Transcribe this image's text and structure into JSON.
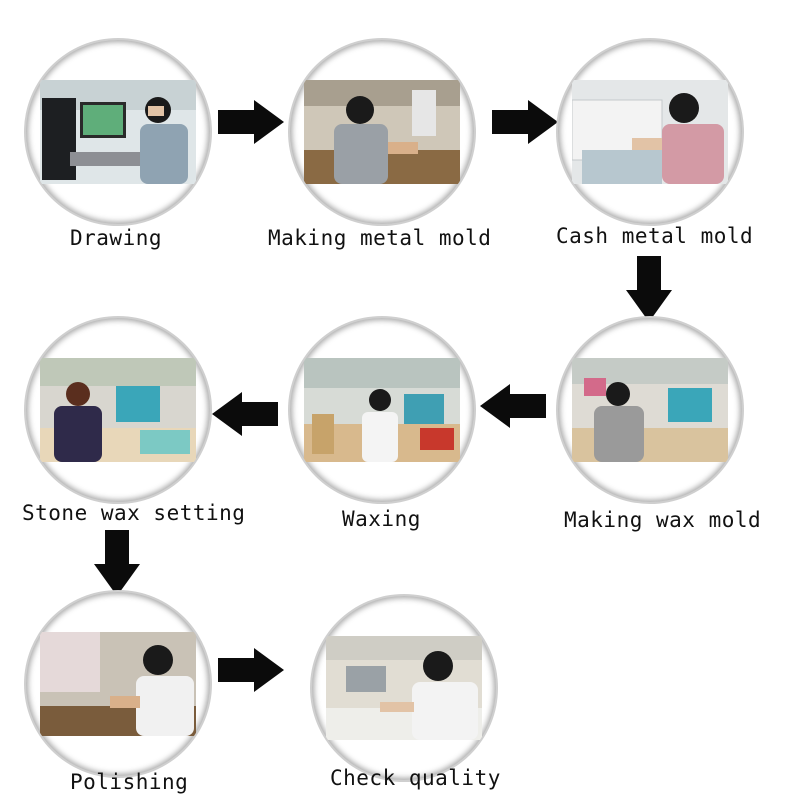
{
  "steps": [
    {
      "label": "Drawing"
    },
    {
      "label": "Making metal mold"
    },
    {
      "label": "Cash metal mold"
    },
    {
      "label": "Making wax mold"
    },
    {
      "label": "Waxing"
    },
    {
      "label": "Stone wax setting"
    },
    {
      "label": "Polishing"
    },
    {
      "label": "Check quality"
    }
  ],
  "colors": {
    "arrow": "#0b0b0b",
    "ring": "#cfcfcf"
  }
}
